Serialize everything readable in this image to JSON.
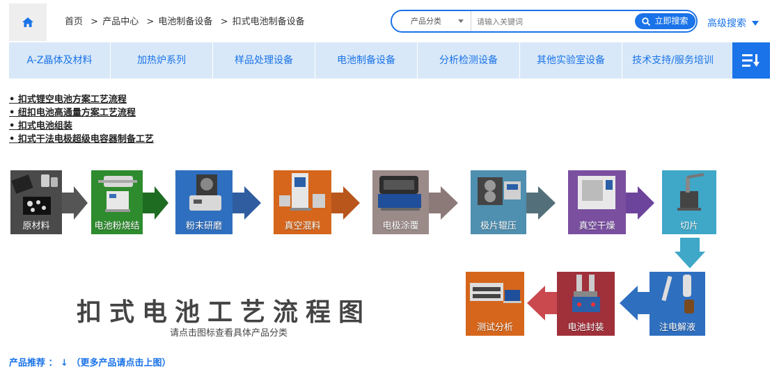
{
  "header": {
    "breadcrumb": [
      "首页",
      "产品中心",
      "电池制备设备",
      "扣式电池制备设备"
    ],
    "breadcrumb_sep": ">",
    "search": {
      "category": "产品分类",
      "placeholder": "请输入关键词",
      "button": "立即搜索"
    },
    "advanced_search": "高级搜索"
  },
  "nav": {
    "items": [
      "A-Z晶体及材料",
      "加热炉系列",
      "样品处理设备",
      "电池制备设备",
      "分析检测设备",
      "其他实验室设备",
      "技术支持/服务培训"
    ]
  },
  "links": [
    "• 扣式锂空电池方案工艺流程",
    "• 纽扣电池高通量方案工艺流程",
    "• 扣式电池组装",
    "• 扣式干法电极超级电容器制备工艺"
  ],
  "flow": {
    "steps": [
      {
        "label": "原材料",
        "color": "#4a4a4a"
      },
      {
        "label": "电池粉烧结",
        "color": "#2e8b2e"
      },
      {
        "label": "粉末研磨",
        "color": "#2f6fbf"
      },
      {
        "label": "真空混料",
        "color": "#d5661c"
      },
      {
        "label": "电极涂覆",
        "color": "#9a8a88"
      },
      {
        "label": "极片辊压",
        "color": "#4f8fb0"
      },
      {
        "label": "真空干燥",
        "color": "#7a4fa0"
      },
      {
        "label": "切片",
        "color": "#3fa7c8"
      },
      {
        "label": "注电解液",
        "color": "#2f6fbf"
      },
      {
        "label": "电池封装",
        "color": "#a0303a"
      },
      {
        "label": "测试分析",
        "color": "#d5661c"
      }
    ],
    "title": "扣式电池工艺流程图",
    "subtitle": "请点击图标查看具体产品分类"
  },
  "recommend": "产品推荐 ： ↓ （更多产品请点击上图）",
  "colors": {
    "accent": "#1a73e8",
    "nav_bg": "#d8e8f8"
  }
}
